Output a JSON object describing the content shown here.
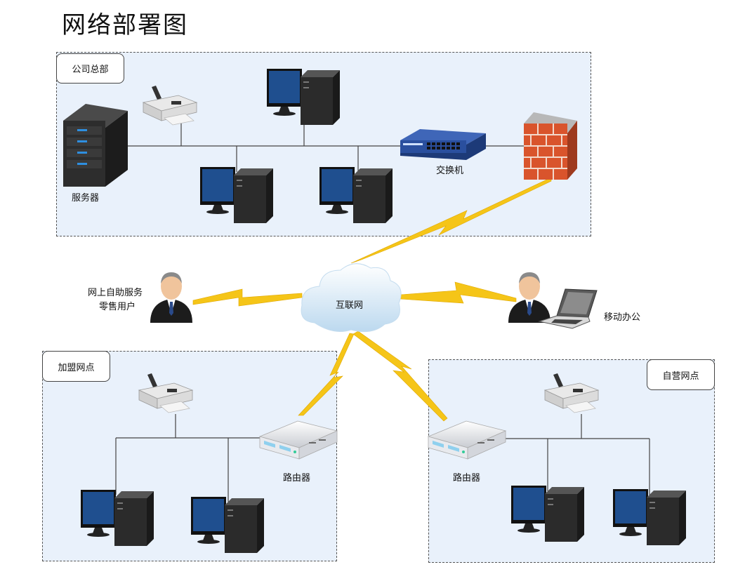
{
  "title": "网络部署图",
  "zones": {
    "hq": "公司总部",
    "franchise": "加盟网点",
    "own": "自营网点"
  },
  "labels": {
    "server": "服务器",
    "switch": "交换机",
    "internet": "互联网",
    "online_line1": "网上自助服务",
    "online_line2": "零售用户",
    "mobile": "移动办公",
    "router_left": "路由器",
    "router_right": "路由器"
  },
  "colors": {
    "zone_fill": "#e9f1fb",
    "lightning": "#f5c518",
    "monitor_screen": "#1f4f8f",
    "tower": "#2b2b2b",
    "firewall": "#d9542c"
  }
}
